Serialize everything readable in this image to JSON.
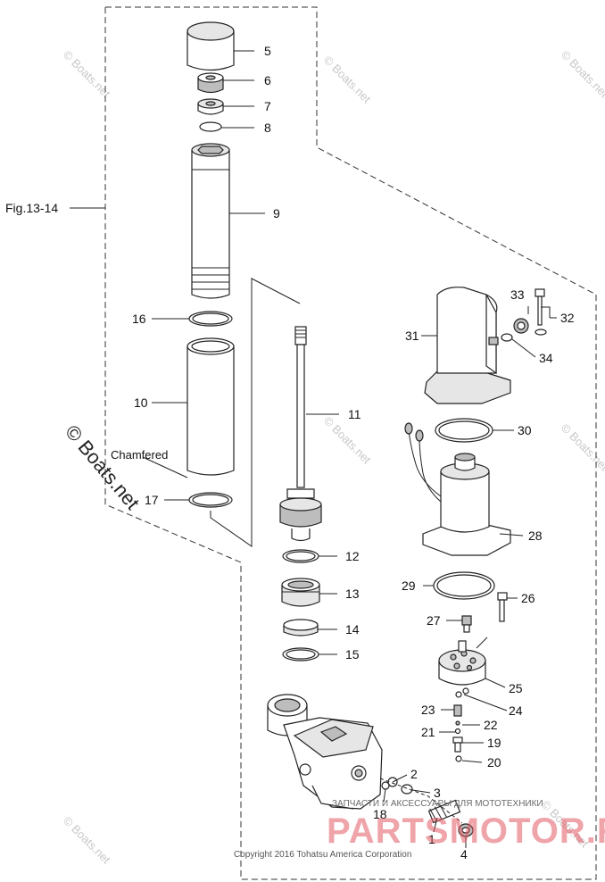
{
  "figure_reference": "Fig.13-14",
  "note_chamfered": "Chamfered",
  "callouts": {
    "c1": "1",
    "c2": "2",
    "c3": "3",
    "c4": "4",
    "c5": "5",
    "c6": "6",
    "c7": "7",
    "c8": "8",
    "c9": "9",
    "c10": "10",
    "c11": "11",
    "c12": "12",
    "c13": "13",
    "c14": "14",
    "c15": "15",
    "c16": "16",
    "c17": "17",
    "c18": "18",
    "c19": "19",
    "c20": "20",
    "c21": "21",
    "c22": "22",
    "c23": "23",
    "c24": "24",
    "c25": "25",
    "c26": "26",
    "c27": "27",
    "c28": "28",
    "c29": "29",
    "c30": "30",
    "c31": "31",
    "c32": "32",
    "c33": "33",
    "c34": "34"
  },
  "watermark_small": "© Boats.net",
  "watermark_large": "© Boats.net",
  "copyright": "Copyright 2016 Tohatsu America Corporation",
  "shop_banner": "ЗАПЧАСТИ И АКСЕССУАРЫ ДЛЯ МОТОТЕХНИКИ",
  "brand_logo": "PARTSMOTOR.RU"
}
